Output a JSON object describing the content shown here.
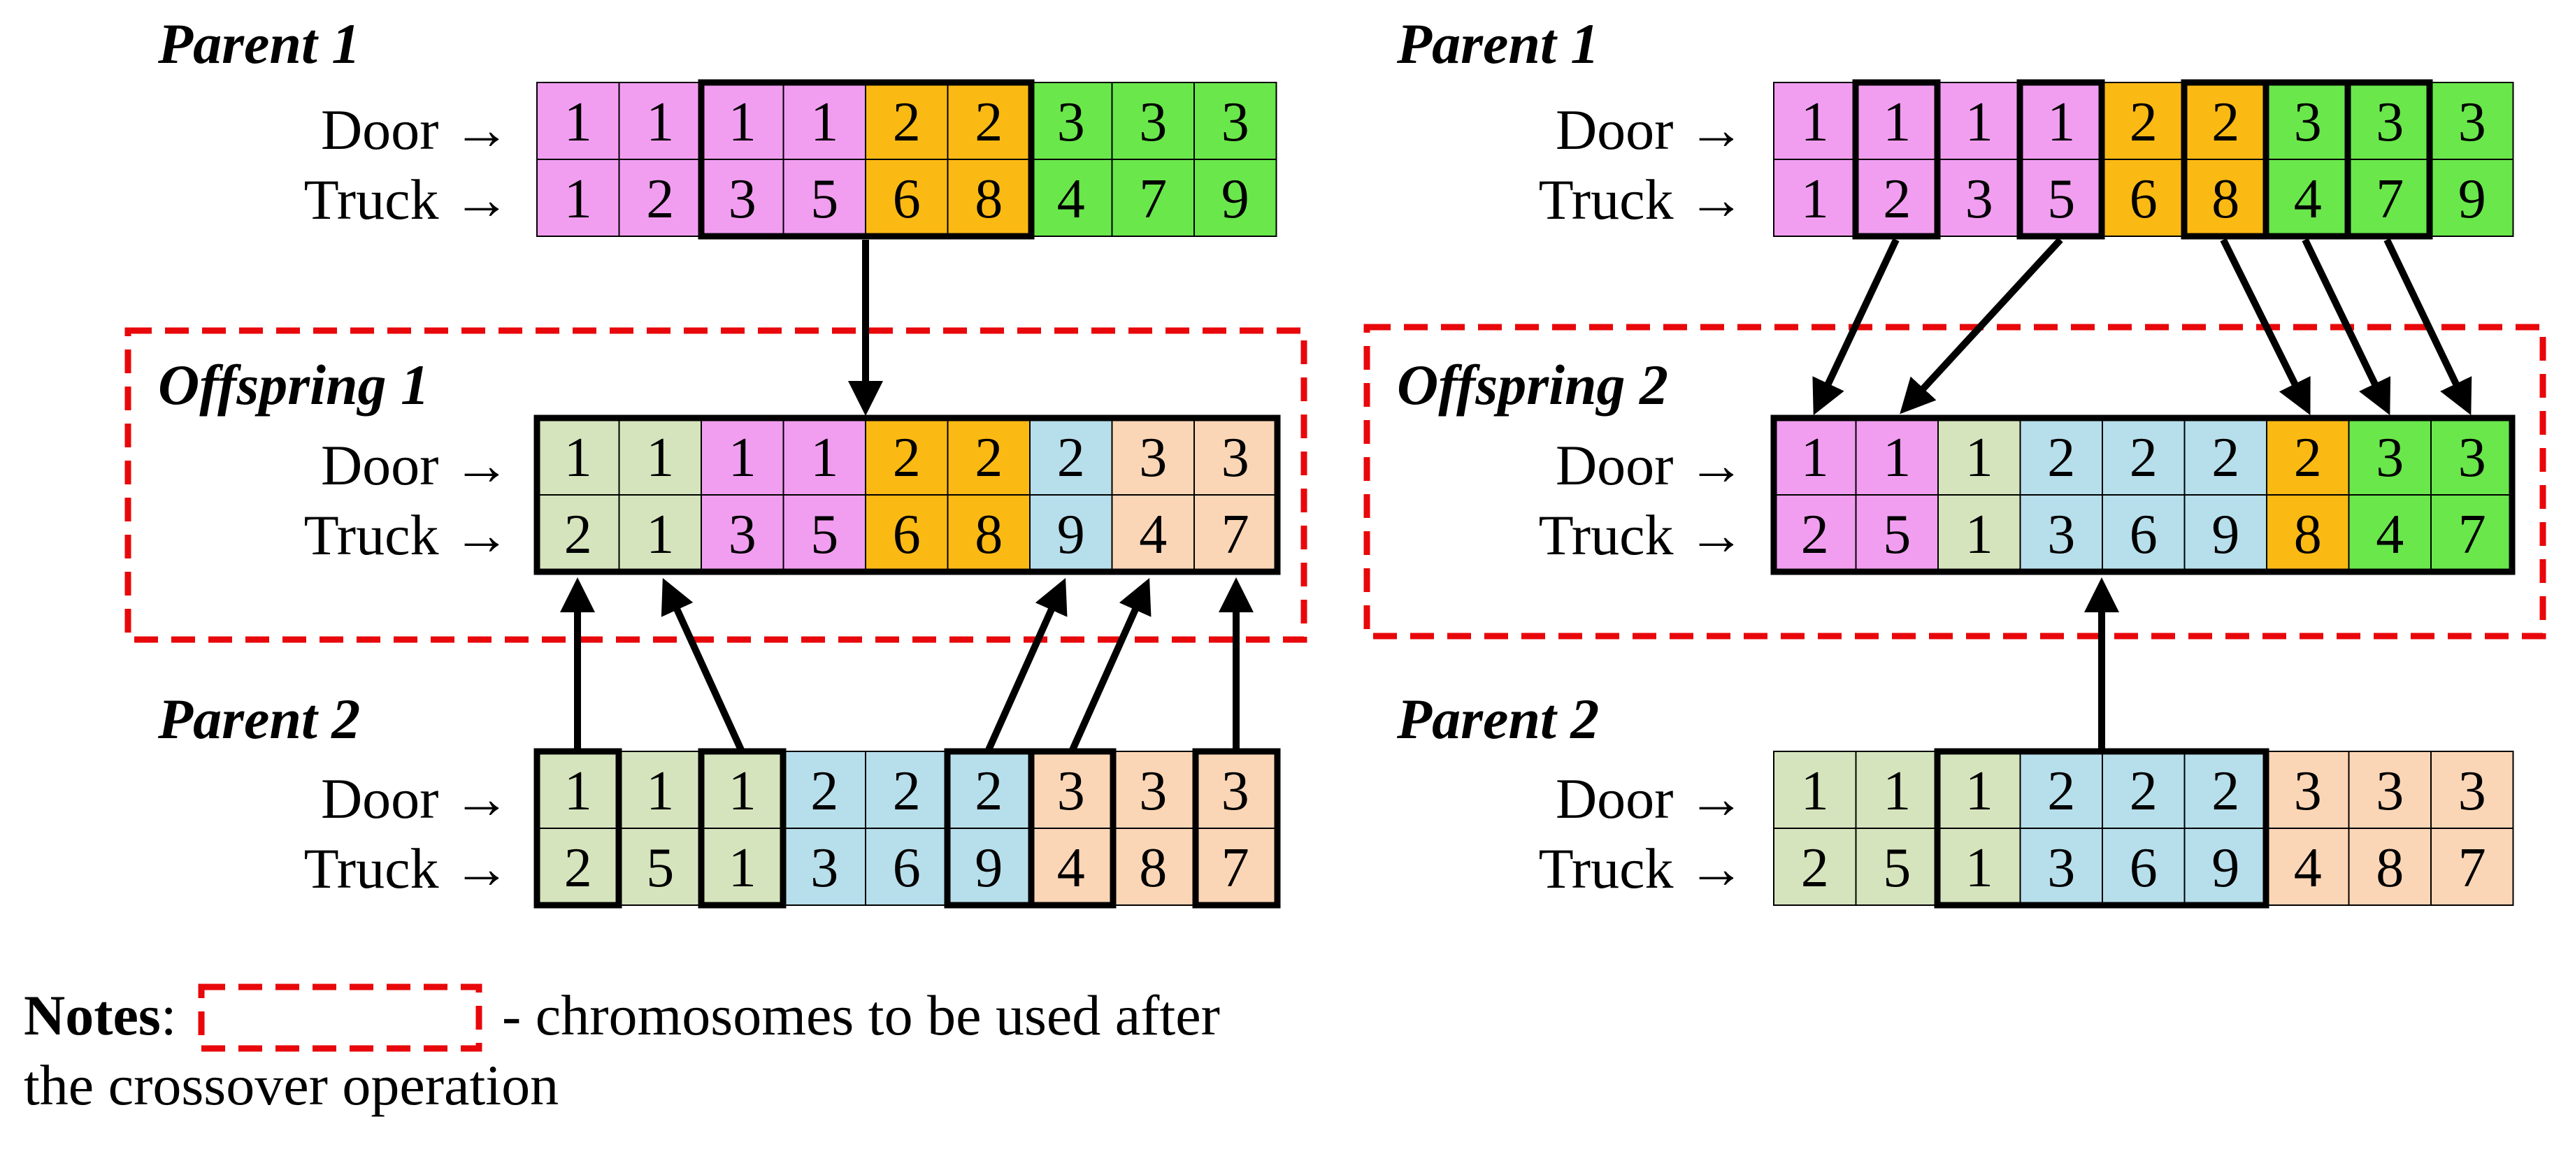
{
  "palette": {
    "pink": "#f19ef0",
    "orange": "#fbb913",
    "green": "#6ae74b",
    "olive": "#d6e4bd",
    "blue": "#b7deeb",
    "peach": "#fbd6b6",
    "dash_red": "#e8070a",
    "line": "#000000"
  },
  "row_labels": {
    "door": "Door →",
    "truck": "Truck →"
  },
  "left": {
    "parent1": {
      "title": "Parent 1",
      "door": [
        "1",
        "1",
        "1",
        "1",
        "2",
        "2",
        "3",
        "3",
        "3"
      ],
      "truck": [
        "1",
        "2",
        "3",
        "5",
        "6",
        "8",
        "4",
        "7",
        "9"
      ],
      "colors": [
        "pink",
        "pink",
        "pink",
        "pink",
        "orange",
        "orange",
        "green",
        "green",
        "green"
      ]
    },
    "offspring": {
      "title": "Offspring 1",
      "door": [
        "1",
        "1",
        "1",
        "1",
        "2",
        "2",
        "2",
        "3",
        "3"
      ],
      "truck": [
        "2",
        "1",
        "3",
        "5",
        "6",
        "8",
        "9",
        "4",
        "7"
      ],
      "colors": [
        "olive",
        "olive",
        "pink",
        "pink",
        "orange",
        "orange",
        "blue",
        "peach",
        "peach"
      ]
    },
    "parent2": {
      "title": "Parent 2",
      "door": [
        "1",
        "1",
        "1",
        "2",
        "2",
        "2",
        "3",
        "3",
        "3"
      ],
      "truck": [
        "2",
        "5",
        "1",
        "3",
        "6",
        "9",
        "4",
        "8",
        "7"
      ],
      "colors": [
        "olive",
        "olive",
        "olive",
        "blue",
        "blue",
        "blue",
        "peach",
        "peach",
        "peach"
      ]
    }
  },
  "right": {
    "parent1": {
      "title": "Parent 1",
      "door": [
        "1",
        "1",
        "1",
        "1",
        "2",
        "2",
        "3",
        "3",
        "3"
      ],
      "truck": [
        "1",
        "2",
        "3",
        "5",
        "6",
        "8",
        "4",
        "7",
        "9"
      ],
      "colors": [
        "pink",
        "pink",
        "pink",
        "pink",
        "orange",
        "orange",
        "green",
        "green",
        "green"
      ]
    },
    "offspring": {
      "title": "Offspring 2",
      "door": [
        "1",
        "1",
        "1",
        "2",
        "2",
        "2",
        "2",
        "3",
        "3"
      ],
      "truck": [
        "2",
        "5",
        "1",
        "3",
        "6",
        "9",
        "8",
        "4",
        "7"
      ],
      "colors": [
        "pink",
        "pink",
        "olive",
        "blue",
        "blue",
        "blue",
        "orange",
        "green",
        "green"
      ]
    },
    "parent2": {
      "title": "Parent 2",
      "door": [
        "1",
        "1",
        "1",
        "2",
        "2",
        "2",
        "3",
        "3",
        "3"
      ],
      "truck": [
        "2",
        "5",
        "1",
        "3",
        "6",
        "9",
        "4",
        "8",
        "7"
      ],
      "colors": [
        "olive",
        "olive",
        "olive",
        "blue",
        "blue",
        "blue",
        "peach",
        "peach",
        "peach"
      ]
    }
  },
  "notes": {
    "label": "Notes",
    "colon": ":",
    "line1": "- chromosomes to be used after",
    "line2": "the crossover operation"
  }
}
